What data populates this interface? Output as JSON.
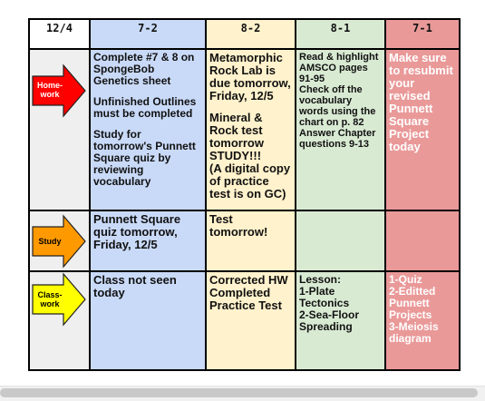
{
  "header": {
    "date": "12/4",
    "classes": [
      "7-2",
      "8-2",
      "8-1",
      "7-1"
    ]
  },
  "rows": {
    "homework": {
      "label": "Home-\nwork",
      "arrow_color": "#ff0000",
      "label_color": "#ffffff",
      "c72": {
        "p1": "Complete #7 & 8 on SpongeBob Genetics sheet",
        "p2": "Unfinished Outlines must be completed",
        "p3": "Study for tomorrow's Punnett Square quiz by reviewing vocabulary"
      },
      "c82": {
        "p1": "Metamorphic Rock Lab is due tomorrow, Friday, 12/5",
        "p2": "Mineral & Rock test tomorrow STUDY!!!\n(A digital copy of practice test is on GC)"
      },
      "c81": {
        "p1": "Read & highlight AMSCO pages 91-95\nCheck off the vocabulary words using the chart on p. 82\nAnswer Chapter questions 9-13"
      },
      "c71": {
        "p1": "Make sure to resubmit your revised Punnett Square Project today"
      }
    },
    "study": {
      "label": "Study",
      "arrow_color": "#ff9900",
      "label_color": "#000000",
      "c72": "Punnett Square quiz tomorrow, Friday, 12/5",
      "c82": "Test tomorrow!",
      "c81": "",
      "c71": ""
    },
    "classwork": {
      "label": "Class-\nwork",
      "arrow_color": "#ffff00",
      "label_color": "#000000",
      "c72": "Class not seen today",
      "c82": "Corrected HW\nCompleted\nPractice Test",
      "c81": "Lesson:\n1-Plate Tectonics\n2-Sea-Floor Spreading",
      "c71": "1-Quiz\n2-Editted Punnett Projects\n3-Meiosis diagram"
    }
  }
}
